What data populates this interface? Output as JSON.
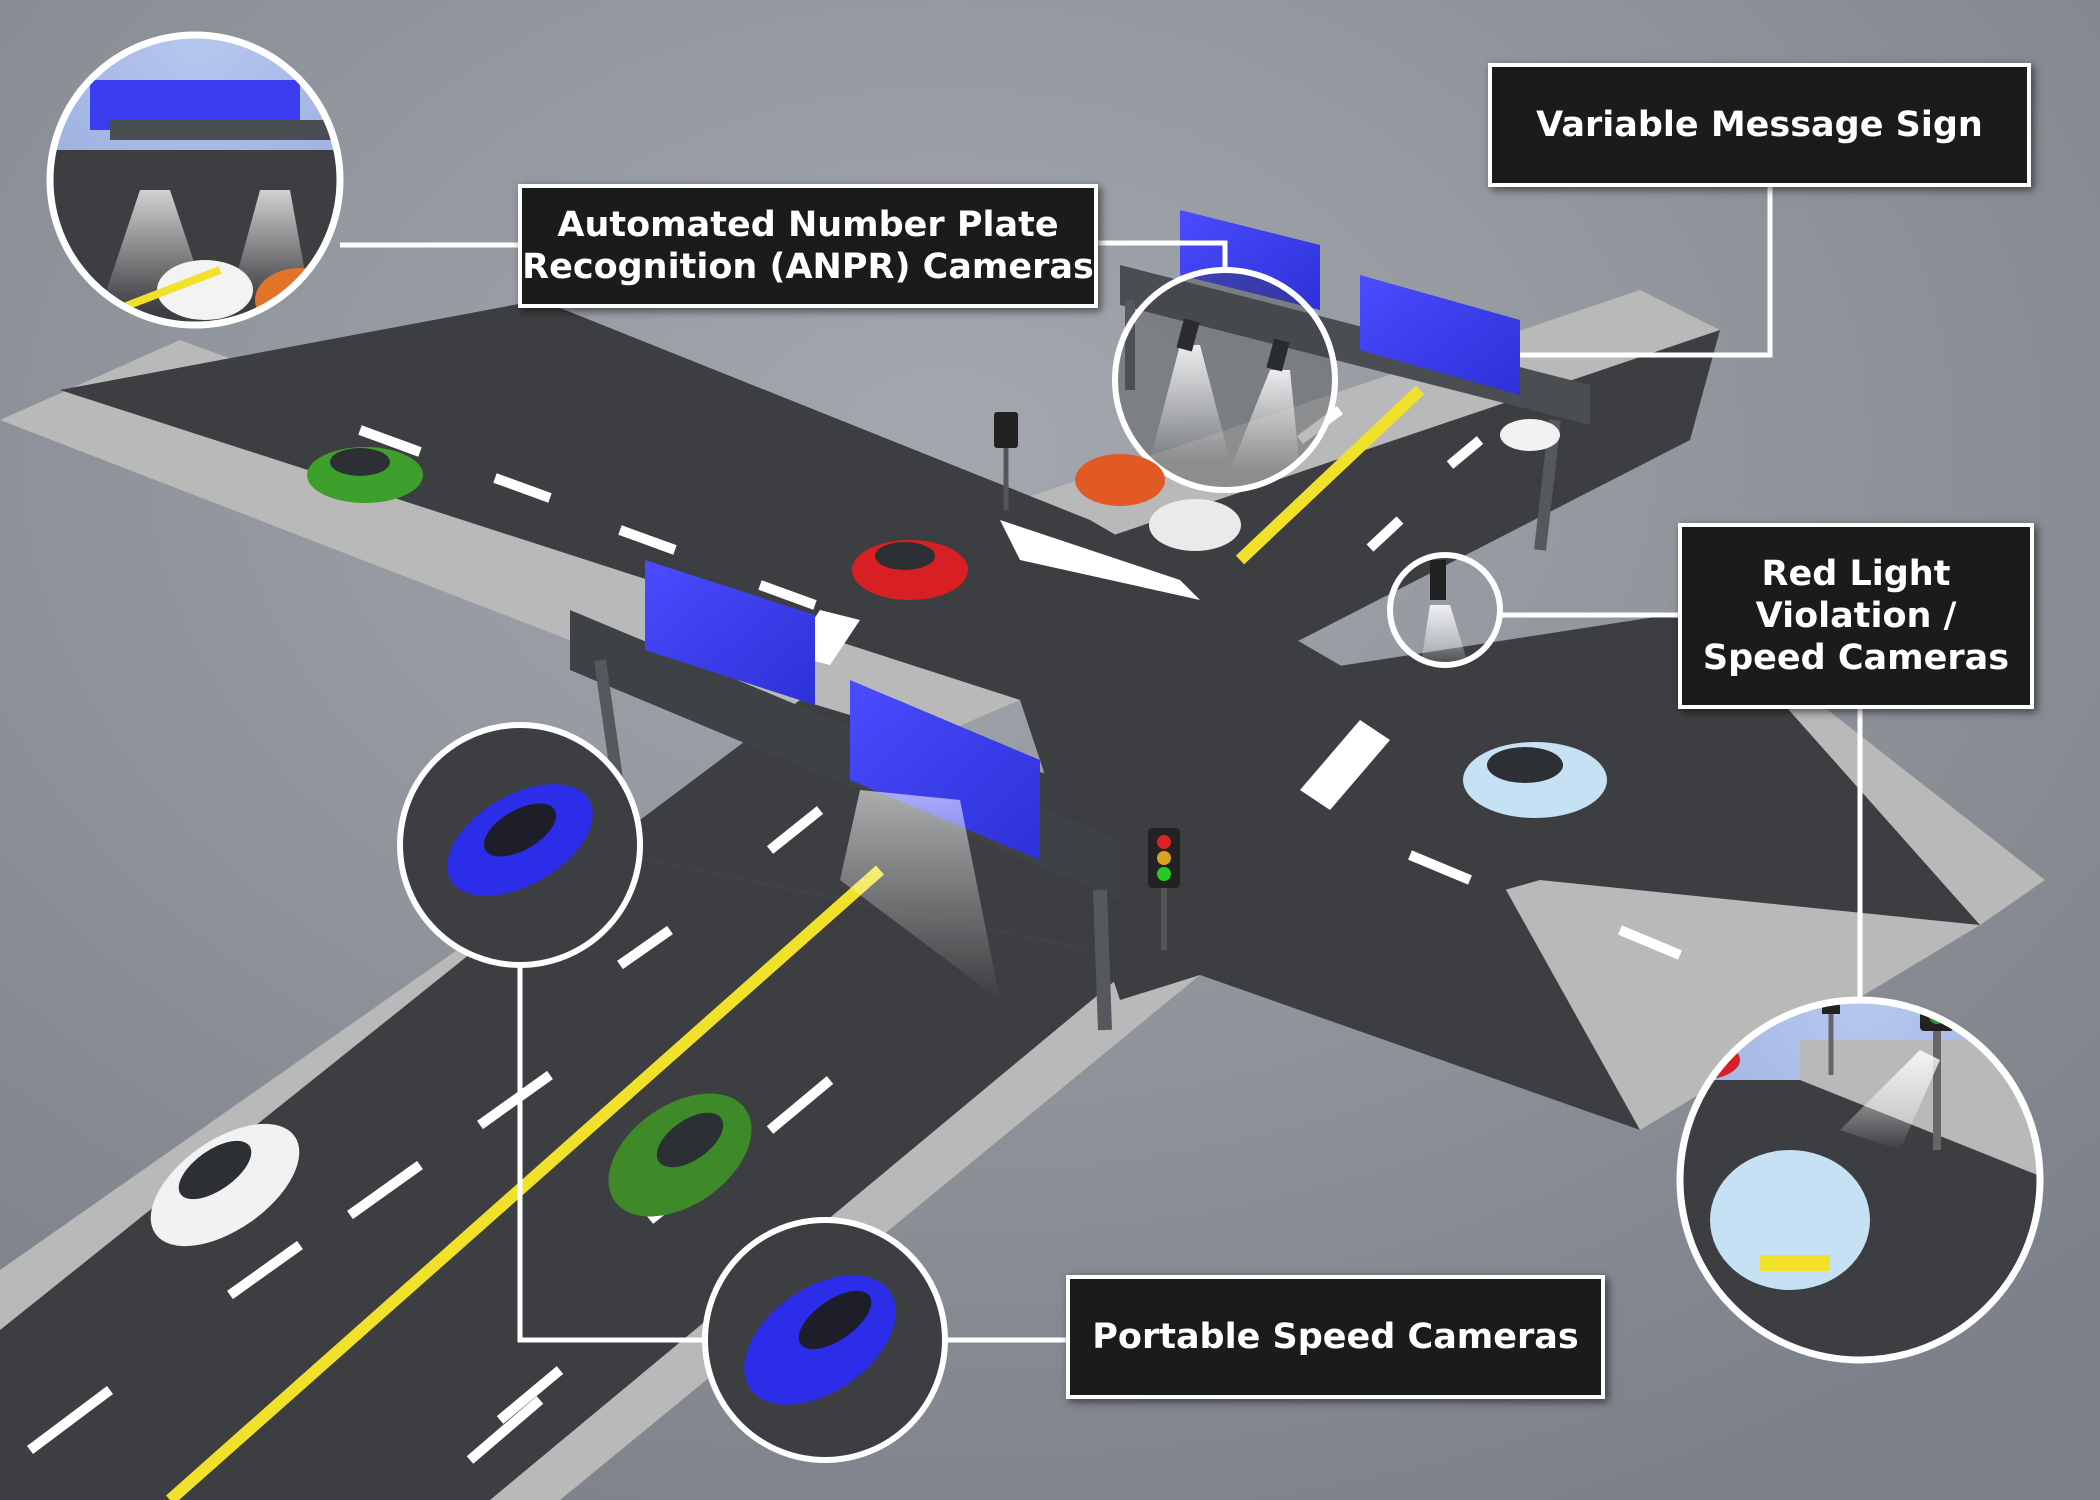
{
  "labels": {
    "anpr": "Automated Number Plate\nRecognition (ANPR) Cameras",
    "vms": "Variable Message Sign",
    "red_light": "Red Light\nViolation /\nSpeed Cameras",
    "portable": "Portable Speed Cameras"
  },
  "colors": {
    "background": "#8f949c",
    "road": "#3d3e41",
    "sidewalk": "#b8b9b8",
    "lane_marking": "#ffffff",
    "center_line": "#f2e12a",
    "sign_panel": "#3a3cf0",
    "gantry": "#4a4d52",
    "callout_bg": "#1b1b1b",
    "callout_border": "#ffffff"
  },
  "icons": [
    "traffic-light-icon",
    "camera-icon",
    "car-icon",
    "gantry-icon"
  ]
}
